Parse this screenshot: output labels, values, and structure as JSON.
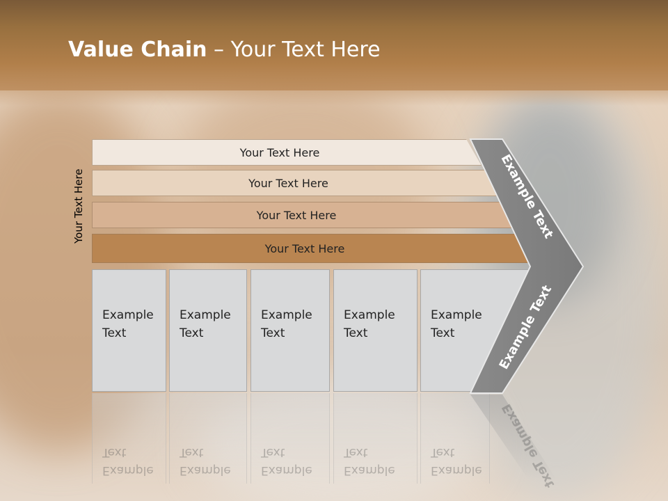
{
  "slide": {
    "title_bold": "Value Chain",
    "title_rest": " – Your Text Here",
    "side_label": "Your Text Here",
    "bars": [
      {
        "label": "Your Text Here"
      },
      {
        "label": "Your Text Here"
      },
      {
        "label": "Your Text Here"
      },
      {
        "label": "Your Text Here"
      }
    ],
    "boxes": [
      {
        "label": "Example Text"
      },
      {
        "label": "Example Text"
      },
      {
        "label": "Example Text"
      },
      {
        "label": "Example Text"
      },
      {
        "label": "Example Text"
      }
    ],
    "chevron": {
      "top_label": "Example Text",
      "bottom_label": "Example Text"
    }
  },
  "colors": {
    "title_bar": "#98703f",
    "bar1": "#f1e8df",
    "bar2": "#e8d4bf",
    "bar3": "#d7b293",
    "bar4": "#b98551",
    "box": "#d8d9da",
    "chevron": "#858585"
  }
}
